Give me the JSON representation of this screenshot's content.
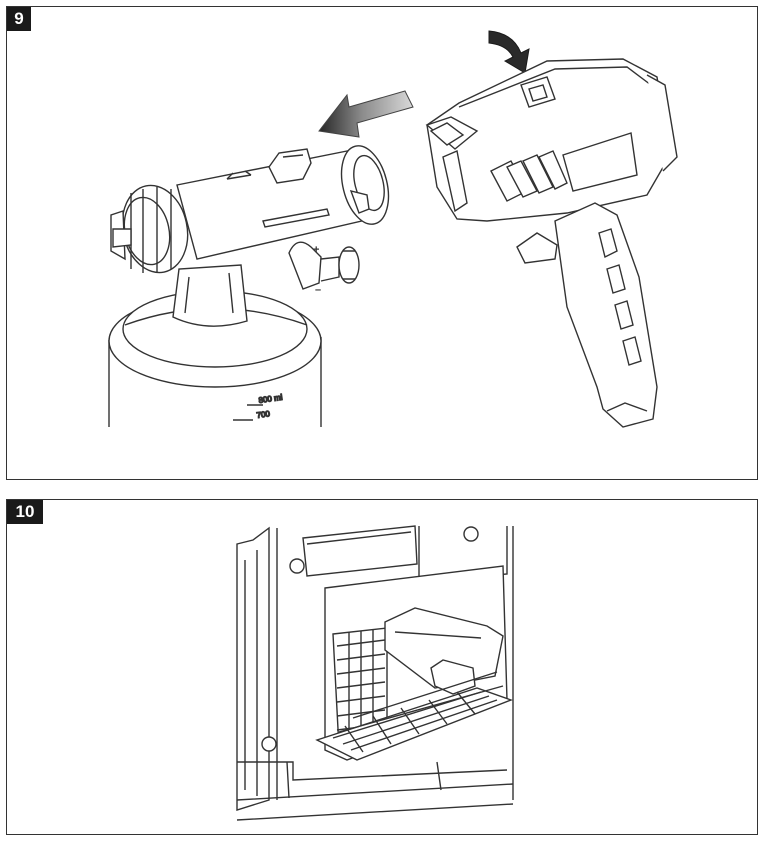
{
  "figures": [
    {
      "number": "9",
      "scale_labels": [
        "800 ml",
        "700"
      ],
      "adjust_signs": [
        "+",
        "–"
      ]
    },
    {
      "number": "10"
    }
  ],
  "icons": {
    "fig9": [
      "spray-attachment-icon",
      "detach-arrow-icon",
      "press-arrow-icon",
      "spray-gun-body-icon"
    ],
    "fig10": [
      "air-filter-housing-icon",
      "filter-cover-icon"
    ]
  },
  "colors": {
    "line": "#333333",
    "badge_bg": "#1a1a1a",
    "badge_text": "#ffffff",
    "arrow_dark": "#2a2a2a",
    "arrow_light": "#bfbfbf"
  }
}
